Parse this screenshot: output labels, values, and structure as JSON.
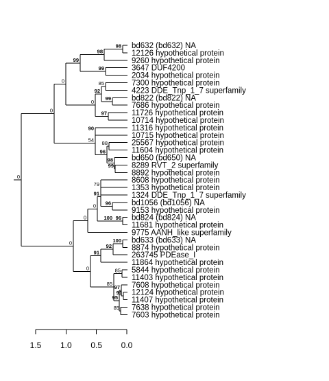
{
  "tree": {
    "leaves": [
      "bd632 (bd632) NA",
      "12126 hypothetical protein",
      "9260 hypothetical protein",
      "3647 DUF4200",
      "2034 hypothetical protein",
      "7300 hypothetical protein",
      "4223 DDE_Tnp_1_7 superfamily",
      "bd822 (bd822) NA",
      "7686 hypothetical protein",
      "11726 hypothetical protein",
      "10714 hypothetical protein",
      "11316 hypothetical protein",
      "10715 hypothetical protein",
      "25567 hypothetical protein",
      "11604 hypothetical protein",
      "bd650 (bd650) NA",
      "8289 RVT_2 superfamily",
      "8892 hypothetical protein",
      "8608 hypothetical protein",
      "1353 hypothetical protein",
      "1324 DDE_Tnp_1_7 superfamily",
      "bd1056 (bd1056) NA",
      "9153 hypothetical protein",
      "bd824 (bd824) NA",
      "11681 hypothetical protein",
      "9775 AANH_like superfamily",
      "bd633 (bd633) NA",
      "8874 hypothetical protein",
      "263745 PDEase_I",
      "11864 hypothetical protein",
      "5844 hypothetical protein",
      "11403 hypothetical protein",
      "7608 hypothetical protein",
      "12124 hypothetical protein",
      "11407 hypothetical protein",
      "7638 hypothetical protein",
      "7603 hypothetical protein"
    ],
    "bootstrap_values": [
      "0",
      "0",
      "0",
      "54",
      "99",
      "98",
      "98",
      "99",
      "0",
      "92",
      "85",
      "99",
      "97",
      "90",
      "96",
      "88",
      "98",
      "99",
      "0",
      "0",
      "0",
      "91",
      "79",
      "96",
      "100",
      "96",
      "0",
      "91",
      "92",
      "100",
      "85",
      "95",
      "97",
      "91",
      "85"
    ],
    "scale_bar": {
      "ticks": [
        1.5,
        1.0,
        0.5,
        0.0
      ],
      "tick_labels": [
        "1.5",
        "1.0",
        "0.5",
        "0.0"
      ]
    }
  }
}
